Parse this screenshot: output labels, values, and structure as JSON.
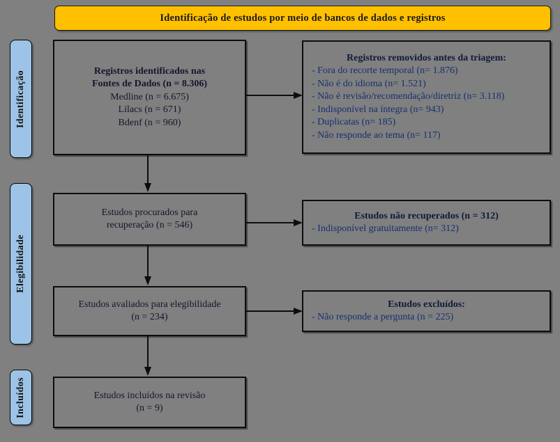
{
  "banner": {
    "title": "Identificação de estudos por meio de bancos de dados e registros"
  },
  "stages": [
    {
      "name": "identificacao",
      "label": "Identificação"
    },
    {
      "name": "elegibilidade",
      "label": "Elegibilidade"
    },
    {
      "name": "incluidos",
      "label": "Incluídos"
    }
  ],
  "boxes": {
    "identificados": {
      "lines": [
        "Registros identificados nas",
        "Fontes de Dados (n = 8.306)",
        "Medline (n = 6.675)",
        "Lilacs (n = 671)",
        "Bdenf (n = 960)"
      ]
    },
    "removidos": {
      "heading": "Registros removidos antes da triagem:",
      "items": [
        "-  Fora do recorte temporal (n= 1.876)",
        "-  Não é do idioma (n= 1.521)",
        "-  Não é revisão/recomendação/diretriz  (n= 3.118)",
        "-  Indisponível na íntegra (n= 943)",
        "-  Duplicatas (n= 185)",
        "-  Não responde ao tema (n= 117)"
      ]
    },
    "procurados": {
      "lines": [
        "Estudos procurados para",
        "recuperação (n = 546)"
      ]
    },
    "nao_recuperados": {
      "heading": "Estudos não recuperados (n = 312)",
      "items": [
        "- Indisponível gratuitamente (n= 312)"
      ]
    },
    "avaliados": {
      "lines": [
        "Estudos avaliados para elegibilidade",
        "(n = 234)"
      ]
    },
    "excluidos": {
      "heading": "Estudos excluídos:",
      "items": [
        "- Não responde a pergunta (n = 225)"
      ]
    },
    "incluidos": {
      "lines": [
        "Estudos incluídos na revisão",
        "(n = 9)"
      ]
    }
  },
  "colors": {
    "background": "#808080",
    "banner": "#FFC000",
    "stage_label": "#9DC3E6",
    "box_border": "#0d0d0d",
    "text": "#15152e",
    "right_text": "#15306e"
  }
}
